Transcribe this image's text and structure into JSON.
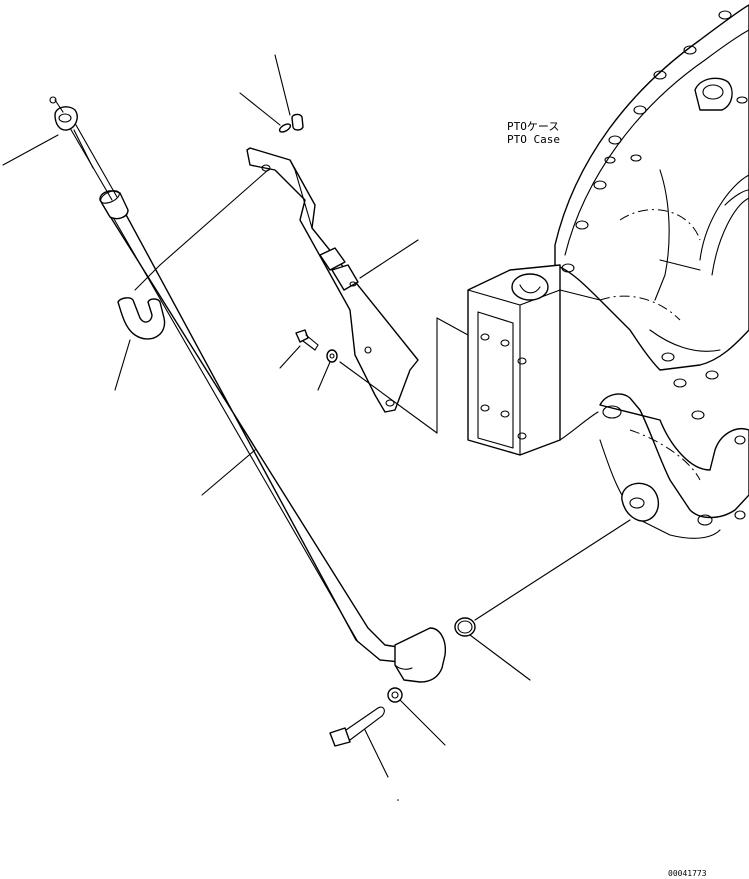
{
  "labels": {
    "pto_case_jp": "PTOケース",
    "pto_case_en": "PTO Case",
    "drawing_number": "00041773"
  }
}
